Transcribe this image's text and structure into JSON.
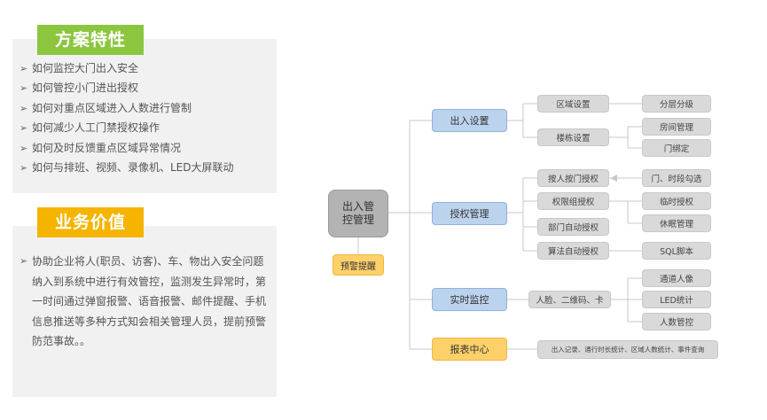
{
  "features": {
    "title": "方案特性",
    "arrow": "➢",
    "items": [
      "如何监控大门出入安全",
      "如何管控小门进出授权",
      "如何对重点区域进入人数进行管制",
      "如何减少人工门禁授权操作",
      "如何及时反馈重点区域异常情况",
      "如何与排班、视频、录像机、LED大屏联动"
    ]
  },
  "value": {
    "title": "业务价值",
    "arrow": "➢",
    "text": "协助企业将人(职员、访客)、车、物出入安全问题纳入到系统中进行有效管控，监测发生异常时，第一时间通过弹窗报警、语音报警、邮件提醒、手机信息推送等多种方式知会相关管理人员，提前预警防范事故。。"
  },
  "diagram": {
    "root": "出入管控管理",
    "alert": "预警提醒",
    "branches": {
      "entry": "出入设置",
      "auth": "授权管理",
      "monitor": "实时监控",
      "report": "报表中心"
    },
    "nodes": {
      "area_setting": "区域设置",
      "building_setting": "楼栋设置",
      "layer_grading": "分层分级",
      "room_manage": "房间管理",
      "door_bind": "门绑定",
      "auth_by_person": "按人按门授权",
      "auth_group": "权限组授权",
      "auth_dept": "部门自动授权",
      "auth_algo": "算法自动授权",
      "door_time_check": "门、时段勾选",
      "temp_auth": "临时授权",
      "rest_manage": "休眠管理",
      "sql_script": "SQL脚本",
      "face_qr_card": "人脸、二维码、卡",
      "pass_person": "通道人像",
      "led_stats": "LED统计",
      "people_count": "人数管控",
      "report_detail": "出入记录、通行时长统计、区域人数统计、事件查询"
    }
  }
}
